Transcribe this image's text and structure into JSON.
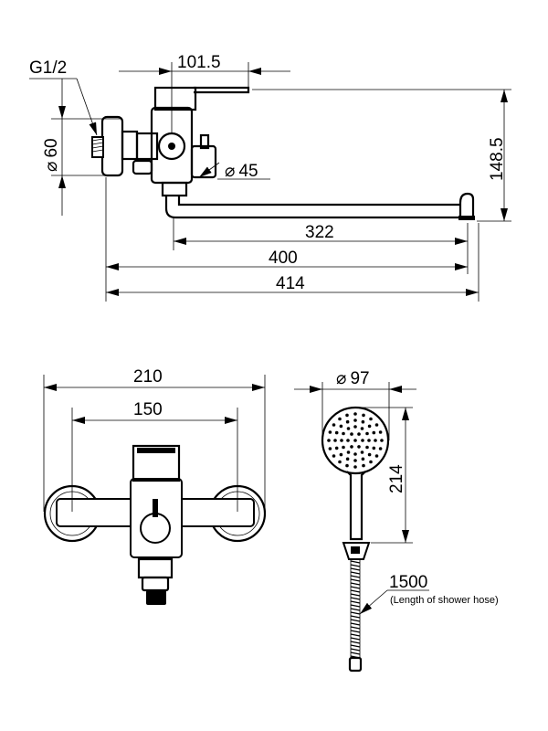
{
  "side_view": {
    "thread_label": "G1/2",
    "d60": "60",
    "d101_5": "101.5",
    "d148_5": "148.5",
    "d45": "45",
    "d322": "322",
    "d400": "400",
    "d414": "414"
  },
  "front_view": {
    "d210": "210",
    "d150": "150"
  },
  "shower_view": {
    "d97": "97",
    "d214": "214",
    "d1500": "1500",
    "hose_note": "(Length of shower hose)"
  },
  "symbols": {
    "diameter": "⌀"
  }
}
